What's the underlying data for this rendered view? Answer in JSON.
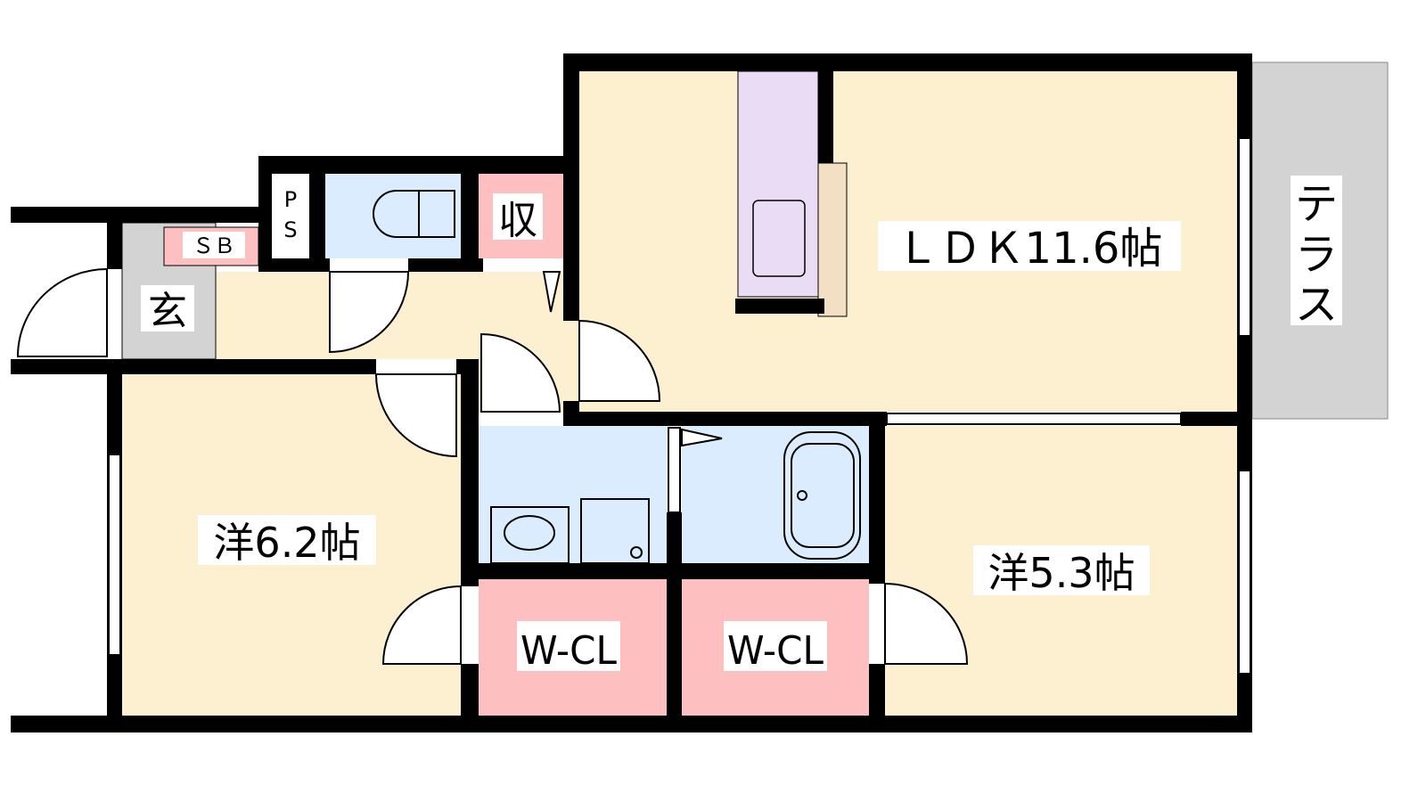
{
  "rooms": {
    "ldk": "ＬＤＫ11.6帖",
    "western1": "洋6.2帖",
    "western2": "洋5.3帖",
    "wcl1": "W-CL",
    "wcl2": "W-CL",
    "entrance": "玄",
    "storage": "収",
    "terrace": [
      "テ",
      "ラ",
      "ス"
    ],
    "sb": "ＳＢ",
    "ps": [
      "P",
      "S"
    ]
  },
  "colors": {
    "wall": "#000000",
    "room": "#fdf0d0",
    "wet": "#dbecfe",
    "closet": "#fdbfbf",
    "kitchen": "#eadcf5",
    "counter": "#f2dfc4",
    "entrance": "#d3d3d3"
  }
}
